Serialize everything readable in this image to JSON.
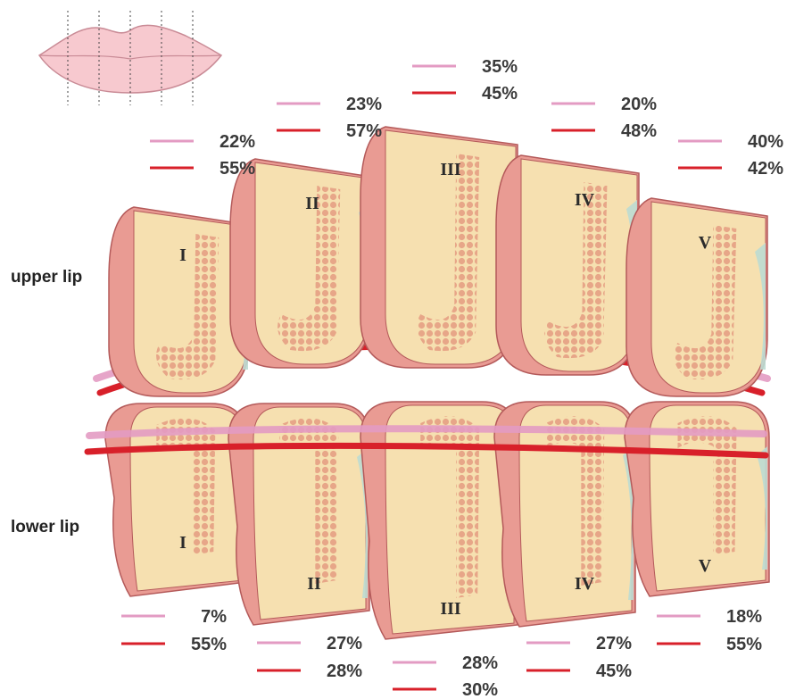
{
  "colors": {
    "pink_line": "#e39bc3",
    "red_line": "#d8202a",
    "lip_fill": "#f7c9cf",
    "section_outer": "#e99b93",
    "section_inner": "#f6e0b0",
    "muscle_dots": "#e8a88a",
    "mucosa": "#bcdcd3"
  },
  "upper_lip": {
    "label": "upper lip",
    "sections": [
      {
        "roman": "I",
        "pink_pct": "22%",
        "red_pct": "55%"
      },
      {
        "roman": "II",
        "pink_pct": "23%",
        "red_pct": "57%"
      },
      {
        "roman": "III",
        "pink_pct": "35%",
        "red_pct": "45%"
      },
      {
        "roman": "IV",
        "pink_pct": "20%",
        "red_pct": "48%"
      },
      {
        "roman": "V",
        "pink_pct": "40%",
        "red_pct": "42%"
      }
    ]
  },
  "lower_lip": {
    "label": "lower lip",
    "sections": [
      {
        "roman": "I",
        "pink_pct": "7%",
        "red_pct": "55%"
      },
      {
        "roman": "II",
        "pink_pct": "27%",
        "red_pct": "28%"
      },
      {
        "roman": "III",
        "pink_pct": "28%",
        "red_pct": "30%"
      },
      {
        "roman": "IV",
        "pink_pct": "27%",
        "red_pct": "45%"
      },
      {
        "roman": "V",
        "pink_pct": "18%",
        "red_pct": "55%"
      }
    ]
  }
}
